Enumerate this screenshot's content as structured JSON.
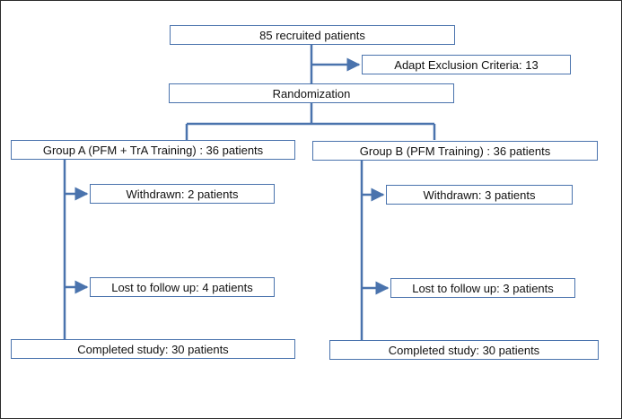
{
  "diagram": {
    "nodes": {
      "recruited": "85 recruited patients",
      "exclusion": "Adapt Exclusion Criteria: 13",
      "randomization": "Randomization",
      "group_a": "Group A (PFM + TrA Training) : 36 patients",
      "group_b": "Group B (PFM Training) : 36 patients",
      "a_withdrawn": "Withdrawn: 2 patients",
      "b_withdrawn": "Withdrawn: 3 patients",
      "a_lost": "Lost to follow up: 4 patients",
      "b_lost": "Lost to follow up: 3 patients",
      "a_completed": "Completed study: 30 patients",
      "b_completed": "Completed study: 30 patients"
    },
    "colors": {
      "connector": "#4a73ad",
      "box_border": "#4a73ad",
      "frame_border": "#2b2b2b",
      "text": "#111111"
    }
  }
}
